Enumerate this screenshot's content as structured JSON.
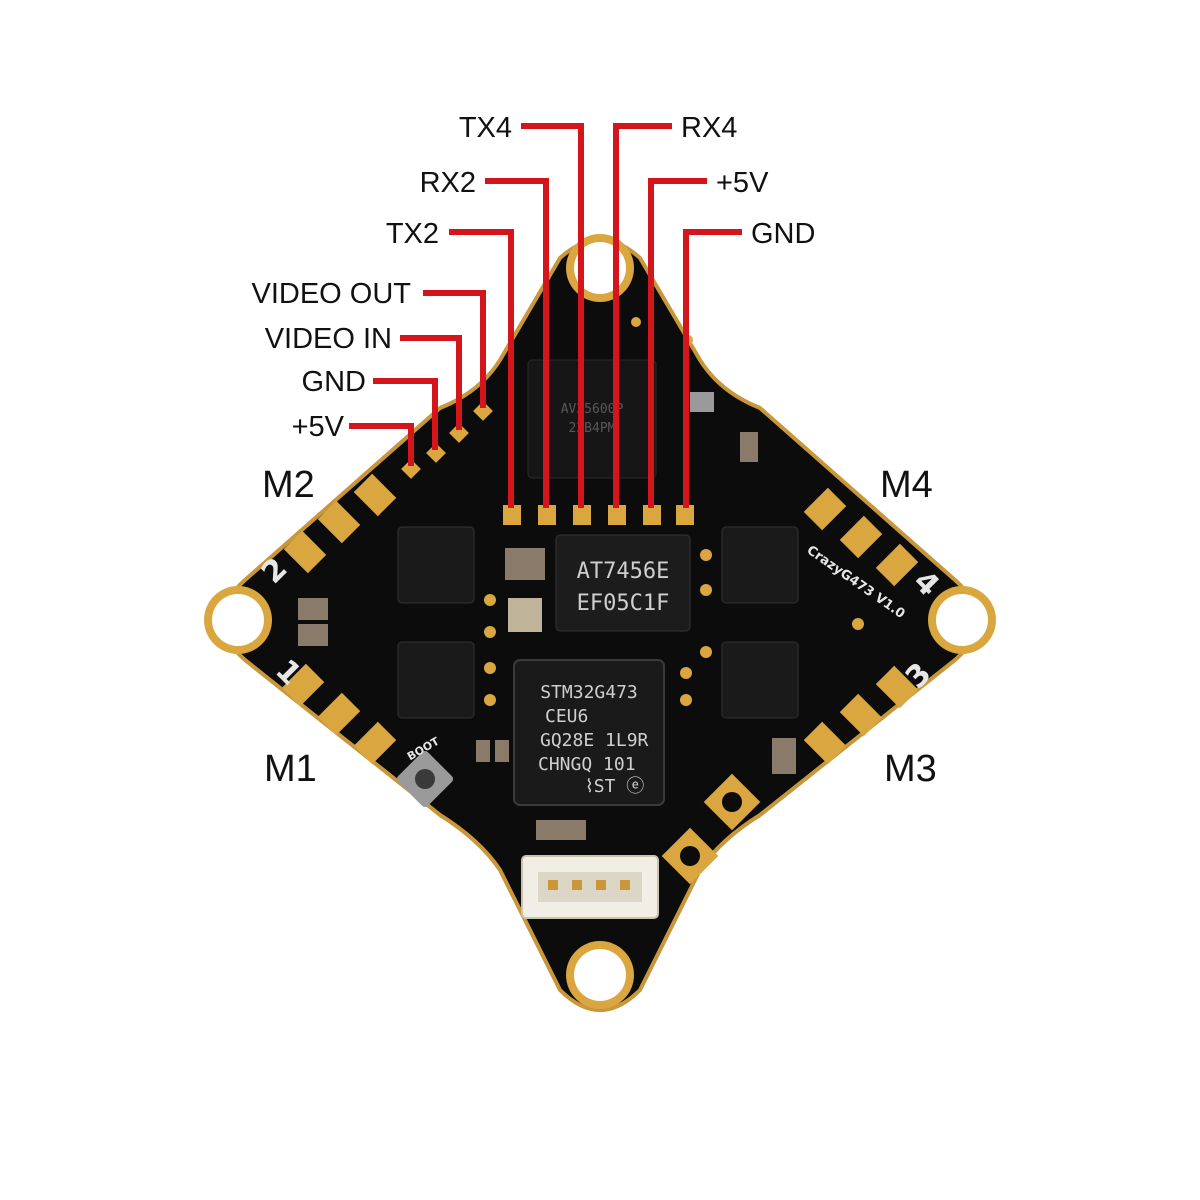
{
  "pin_labels": {
    "tx4": "TX4",
    "rx4": "RX4",
    "rx2": "RX2",
    "plus5v_top": "+5V",
    "tx2": "TX2",
    "gnd_top": "GND",
    "video_out": "VIDEO OUT",
    "video_in": "VIDEO IN",
    "gnd_left": "GND",
    "plus5v_left": "+5V"
  },
  "motor_labels": {
    "m1": "M1",
    "m2": "M2",
    "m3": "M3",
    "m4": "M4"
  },
  "motor_numbers": {
    "n1": "1",
    "n2": "2",
    "n3": "3",
    "n4": "4"
  },
  "chips": {
    "osd_line1": "AT7456E",
    "osd_line2": "EF05C1F",
    "mcu_line1": "STM32G473",
    "mcu_line2": "CEU6",
    "mcu_line3": "GQ28E 1L9R",
    "mcu_line4": "CHNGQ 101",
    "flash_line1": "AV25600P",
    "flash_line2": "22B4PM"
  },
  "board_silk": {
    "name": "CrazyG473 V1.0",
    "boot": "BOOT"
  },
  "colors": {
    "leader": "#d4161c",
    "board": "#0c0c0c",
    "pad": "#d9a640",
    "text": "#111111"
  }
}
